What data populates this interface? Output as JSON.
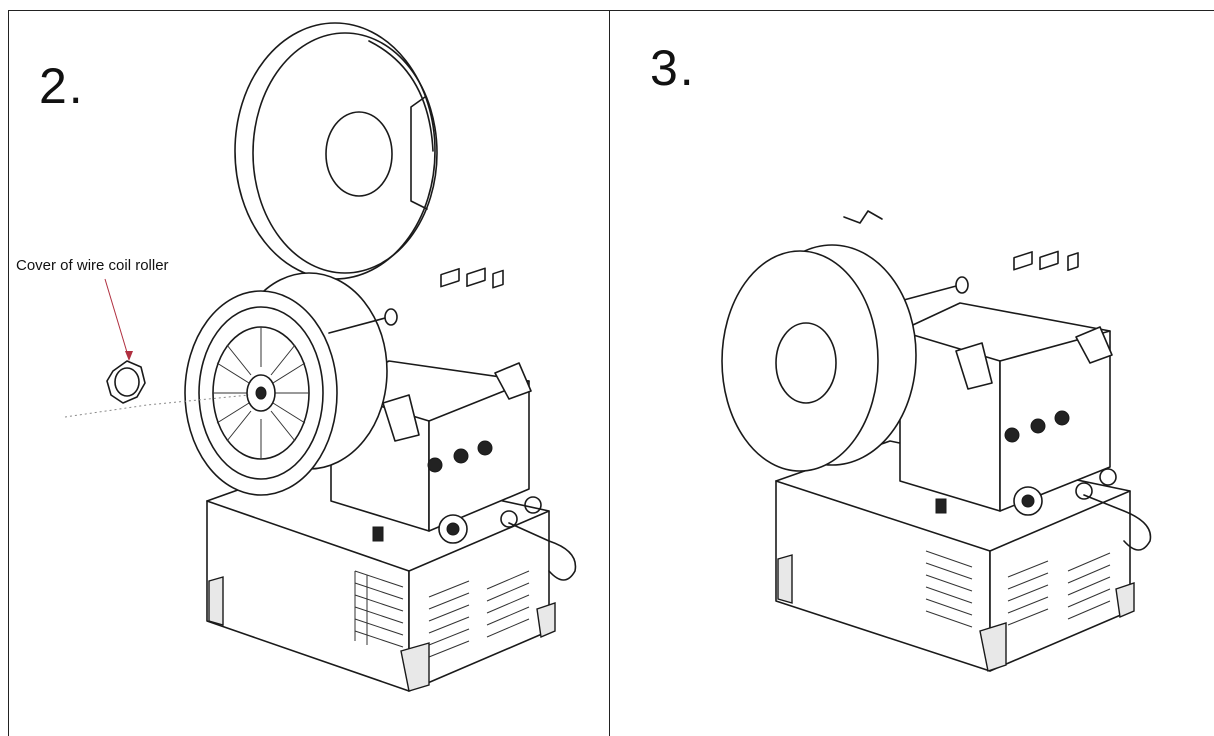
{
  "steps": [
    {
      "number": "2.",
      "callout_label": "Cover of wire coil roller",
      "illustration": "welder-with-open-spool-cover"
    },
    {
      "number": "3.",
      "illustration": "welder-with-closed-spool-cover"
    }
  ]
}
